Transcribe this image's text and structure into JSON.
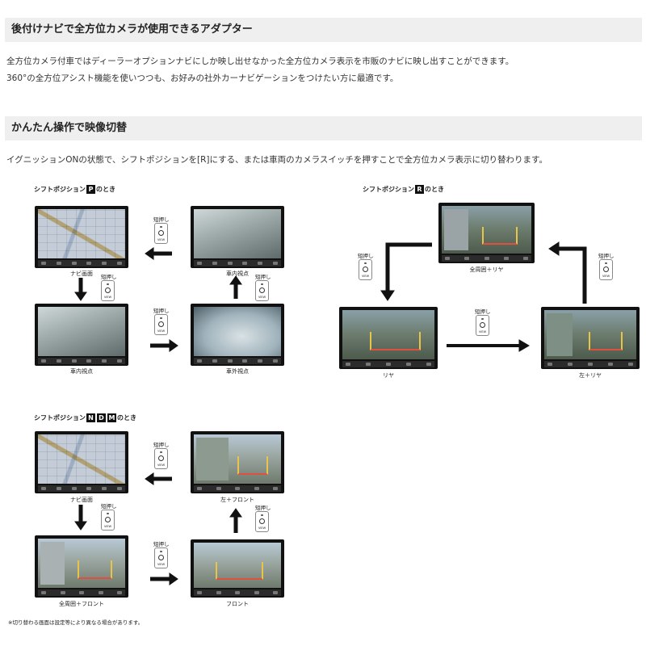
{
  "sections": {
    "s1": {
      "title": "後付けナビで全方位カメラが使用できるアダプター",
      "lines": [
        "全方位カメラ付車ではディーラーオプションナビにしか映し出せなかった全方位カメラ表示を市販のナビに映し出すことができます。",
        "360°の全方位アシスト機能を使いつつも、お好みの社外カーナビゲーションをつけたい方に最適です。"
      ]
    },
    "s2": {
      "title": "かんたん操作で映像切替",
      "line": "イグニッションONの状態で、シフトポジションを[R]にする、または車両のカメラスイッチを押すことで全方位カメラ表示に切り替わります。"
    }
  },
  "diagrams": {
    "shift_prefix": "シフトポジション",
    "shift_suffix": "のとき",
    "p": {
      "key": "P",
      "captions": {
        "nav": "ナビ画面",
        "in": "車内視点",
        "out": "車外視点"
      }
    },
    "r": {
      "key": "R",
      "captions": {
        "all_rear": "全周囲＋リヤ",
        "rear": "リヤ",
        "left_rear": "左＋リヤ"
      }
    },
    "ndm": {
      "keys": [
        "N",
        "D",
        "M"
      ],
      "captions": {
        "nav": "ナビ画面",
        "left_front": "左＋フロント",
        "all_front": "全周囲＋フロント",
        "front": "フロント"
      }
    },
    "press_label": "短押し",
    "button_text": "VIEW",
    "note": "※切り替わる画面は設定等により異なる場合があります。"
  },
  "colors": {
    "header_bg": "#efefef",
    "arrow": "#111111",
    "guide_yellow": "#e8c547",
    "guide_red": "#e0503f"
  }
}
